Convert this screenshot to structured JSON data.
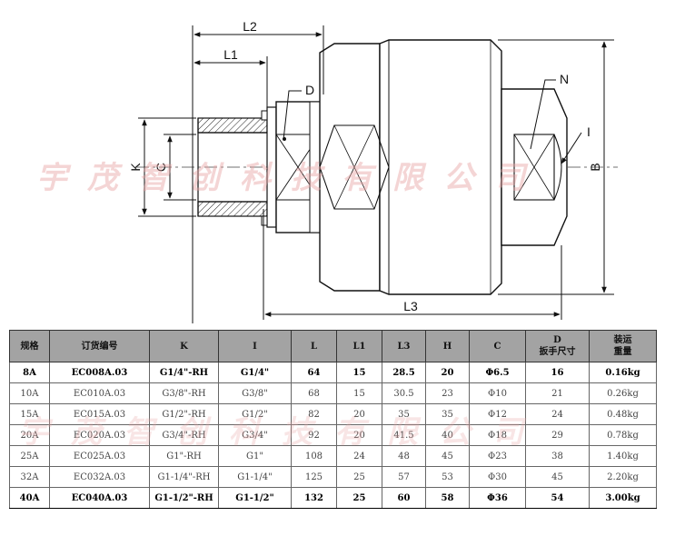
{
  "drawing": {
    "labels": {
      "L2": "L2",
      "L1": "L1",
      "D": "D",
      "N": "N",
      "I": "I",
      "K": "K",
      "C": "C",
      "B": "B",
      "L3": "L3"
    }
  },
  "watermark": "宇茂智创科技有限公司",
  "table": {
    "headers": [
      [
        "规格"
      ],
      [
        "订货编号"
      ],
      [
        "K"
      ],
      [
        "I"
      ],
      [
        "L"
      ],
      [
        "L1"
      ],
      [
        "L3"
      ],
      [
        "H"
      ],
      [
        "C"
      ],
      [
        "D",
        "扳手尺寸"
      ],
      [
        "装运",
        "重量"
      ]
    ],
    "rows": [
      [
        "8A",
        "EC008A.03",
        "G1/4\"-RH",
        "G1/4\"",
        "64",
        "15",
        "28.5",
        "20",
        "Φ6.5",
        "16",
        "0.16kg"
      ],
      [
        "10A",
        "EC010A.03",
        "G3/8\"-RH",
        "G3/8\"",
        "68",
        "15",
        "30.5",
        "23",
        "Φ10",
        "21",
        "0.26kg"
      ],
      [
        "15A",
        "EC015A.03",
        "G1/2\"-RH",
        "G1/2\"",
        "82",
        "20",
        "35",
        "35",
        "Φ12",
        "24",
        "0.48kg"
      ],
      [
        "20A",
        "EC020A.03",
        "G3/4\"-RH",
        "G3/4\"",
        "92",
        "20",
        "41.5",
        "40",
        "Φ18",
        "29",
        "0.78kg"
      ],
      [
        "25A",
        "EC025A.03",
        "G1\"-RH",
        "G1\"",
        "108",
        "24",
        "48",
        "45",
        "Φ23",
        "38",
        "1.40kg"
      ],
      [
        "32A",
        "EC032A.03",
        "G1-1/4\"-RH",
        "G1-1/4\"",
        "125",
        "25",
        "57",
        "53",
        "Φ30",
        "45",
        "2.20kg"
      ],
      [
        "40A",
        "EC040A.03",
        "G1-1/2\"-RH",
        "G1-1/2\"",
        "132",
        "25",
        "60",
        "58",
        "Φ36",
        "54",
        "3.00kg"
      ]
    ],
    "bold_rows": [
      0,
      6
    ]
  }
}
